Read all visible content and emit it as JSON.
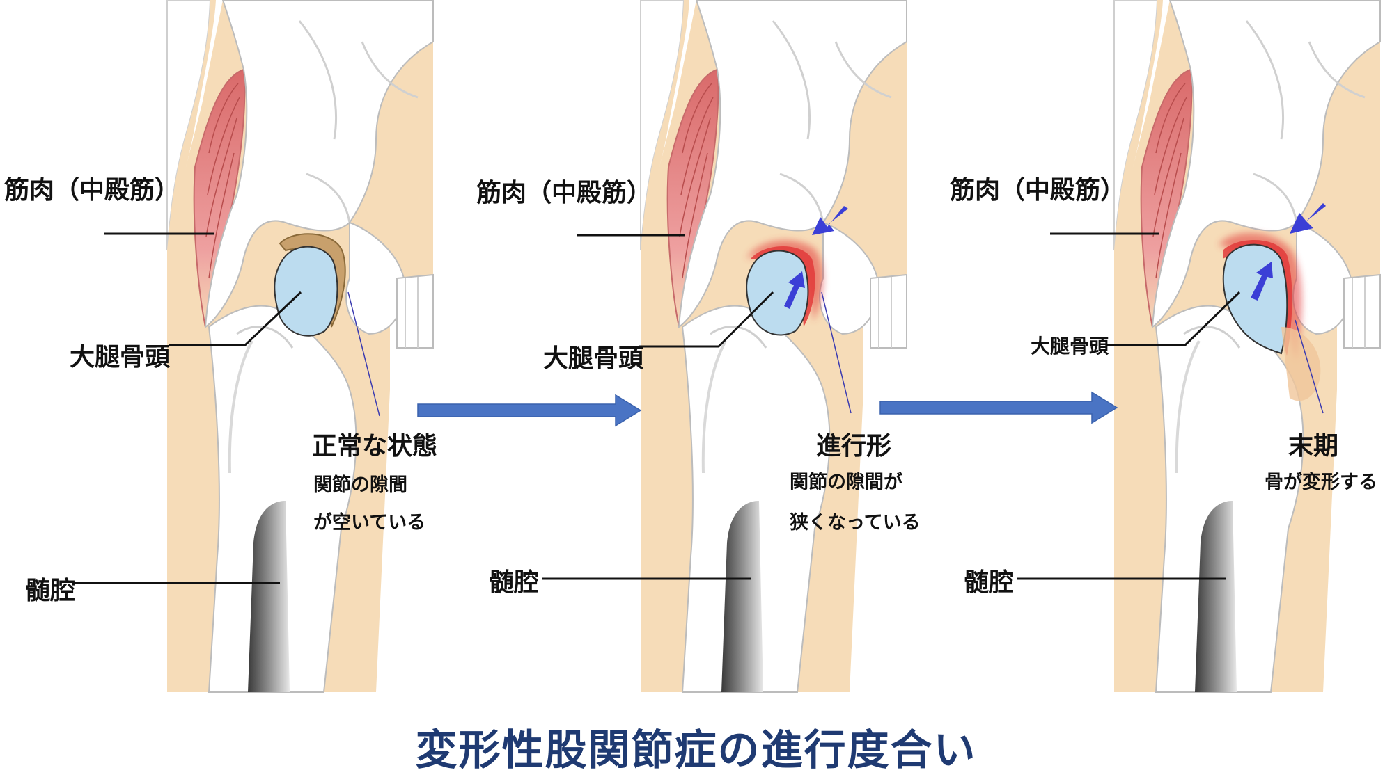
{
  "title": "変形性股関節症の進行度合い",
  "colors": {
    "skin": "#f6dcb8",
    "bone": "#ffffff",
    "bone_outline": "#b9b9b9",
    "muscle": "#e08686",
    "femoral_head": "#bcdcef",
    "cartilage": "#c8a06c",
    "inflammation": "#e23a3a",
    "arrow_blue": "#4a74c4",
    "pressure_arrow": "#3b3fd6",
    "title_color": "#1f3a72"
  },
  "panels": [
    {
      "id": "normal",
      "muscle_label": "筋肉（中殿筋）",
      "head_label": "大腿骨頭",
      "canal_label": "髄腔",
      "stage_title": "正常な状態",
      "stage_desc": [
        "関節の隙間",
        "が空いている"
      ],
      "pressure_arrows": false,
      "inflammation": false
    },
    {
      "id": "progressive",
      "muscle_label": "筋肉（中殿筋）",
      "head_label": "大腿骨頭",
      "canal_label": "髄腔",
      "stage_title": "進行形",
      "stage_desc": [
        "関節の隙間が",
        "狭くなっている"
      ],
      "pressure_arrows": true,
      "inflammation": true
    },
    {
      "id": "late",
      "muscle_label": "筋肉（中殿筋）",
      "head_label": "大腿骨頭",
      "canal_label": "髄腔",
      "stage_title": "末期",
      "stage_desc": [
        "骨が変形する"
      ],
      "pressure_arrows": true,
      "inflammation": true
    }
  ],
  "transition_arrows": [
    {
      "from": "normal",
      "to": "progressive",
      "icon": "right-arrow-icon"
    },
    {
      "from": "progressive",
      "to": "late",
      "icon": "right-arrow-icon"
    }
  ]
}
